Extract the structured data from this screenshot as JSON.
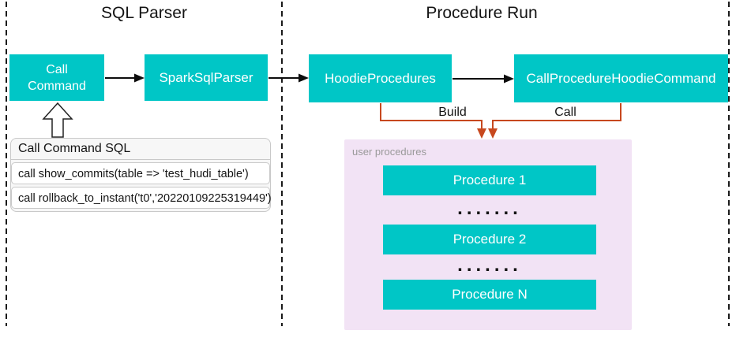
{
  "colors": {
    "teal": "#00c6c6",
    "orange": "#c7481f",
    "purple": "#f2e3f5",
    "panel_border": "#c9c9c9",
    "muted": "#999999"
  },
  "sections": {
    "sql_parser": {
      "title": "SQL Parser",
      "nodes": {
        "call_command_line1": "Call",
        "call_command_line2": "Command",
        "spark_sql_parser": "SparkSqlParser"
      },
      "sql_panel": {
        "header": "Call Command SQL",
        "rows": [
          "call show_commits(table => 'test_hudi_table')",
          "call rollback_to_instant('t0','20220109225319449')"
        ]
      }
    },
    "procedure_run": {
      "title": "Procedure Run",
      "nodes": {
        "hoodie_procedures": "HoodieProcedures",
        "call_procedure_hoodie_command": "CallProcedureHoodieCommand"
      },
      "edge_labels": {
        "build": "Build",
        "call": "Call"
      },
      "user_procedures": {
        "label": "user procedures",
        "items": [
          "Procedure 1",
          "Procedure 2",
          "Procedure N"
        ],
        "ellipsis": "......."
      }
    }
  }
}
